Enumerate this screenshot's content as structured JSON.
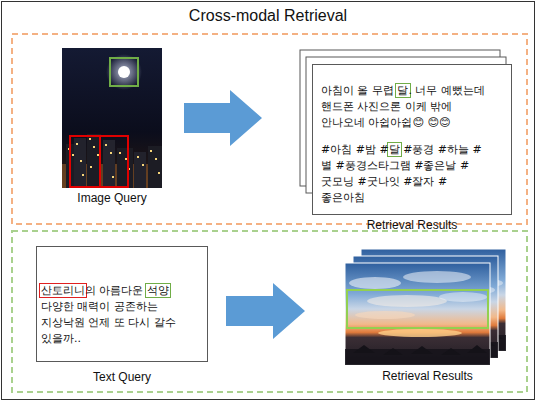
{
  "diagram": {
    "title": "Cross-modal Retrieval",
    "nodes": [
      {
        "text": [
          "Image Query"
        ]
      },
      {
        "text": [
          "아침이 올 무렵 달. 너무 예뻤는데 핸드폰 사진으론 이케 밖에 안나오네 아쉽아쉽😊 😊😊",
          "#아침 #밤 #달 #풍경 #하늘 #별 #풍경스타그램 #좋은날 #굿모닝 #굿나잇 #잘자 #좋은아침",
          "Retrieval Results"
        ]
      },
      {
        "text": [
          "산토리니의 아름다운 석양 다양한 매력이 공존하는 지상낙원 언제 또 다시 갈수 있을까..",
          "Text Query"
        ]
      },
      {
        "text": [
          "Retrieval Results"
        ]
      }
    ],
    "edges": [
      {
        "from": 0,
        "to": 1,
        "arrow": "to"
      },
      {
        "from": 2,
        "to": 3,
        "arrow": "to"
      }
    ]
  }
}
